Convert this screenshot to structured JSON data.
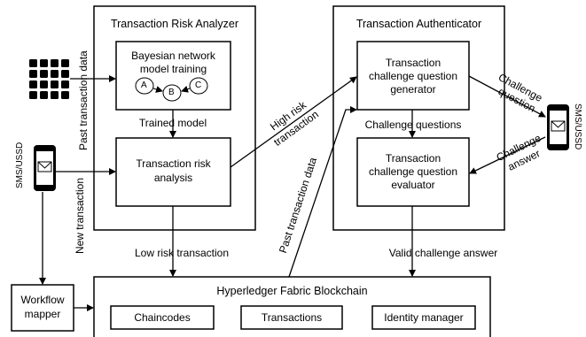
{
  "risk_analyzer": {
    "title": "Transaction Risk Analyzer",
    "bn_training_line1": "Bayesian network",
    "bn_training_line2": "model training",
    "node_a": "A",
    "node_b": "B",
    "node_c": "C",
    "trained_model": "Trained model",
    "risk_analysis_line1": "Transaction risk",
    "risk_analysis_line2": "analysis"
  },
  "authenticator": {
    "title": "Transaction Authenticator",
    "generator_line1": "Transaction",
    "generator_line2": "challenge question",
    "generator_line3": "generator",
    "challenge_questions": "Challenge questions",
    "evaluator_line1": "Transaction",
    "evaluator_line2": "challenge question",
    "evaluator_line3": "evaluator"
  },
  "flows": {
    "past_transaction_data_left": "Past transaction data",
    "new_transaction": "New transaction",
    "high_risk_line1": "High risk",
    "high_risk_line2": "transaction",
    "low_risk": "Low risk transaction",
    "past_transaction_data_mid": "Past transaction data",
    "valid_challenge_answer": "Valid challenge answer",
    "challenge_question_line1": "Challenge",
    "challenge_question_line2": "question",
    "challenge_answer_line1": "Challenge",
    "challenge_answer_line2": "answer"
  },
  "devices": {
    "left_phone_label": "SMS/USSD",
    "right_phone_label": "SMS/USSD"
  },
  "workflow": {
    "line1": "Workflow",
    "line2": "mapper"
  },
  "blockchain": {
    "title": "Hyperledger Fabric Blockchain",
    "chaincodes": "Chaincodes",
    "transactions": "Transactions",
    "identity_manager": "Identity manager"
  }
}
